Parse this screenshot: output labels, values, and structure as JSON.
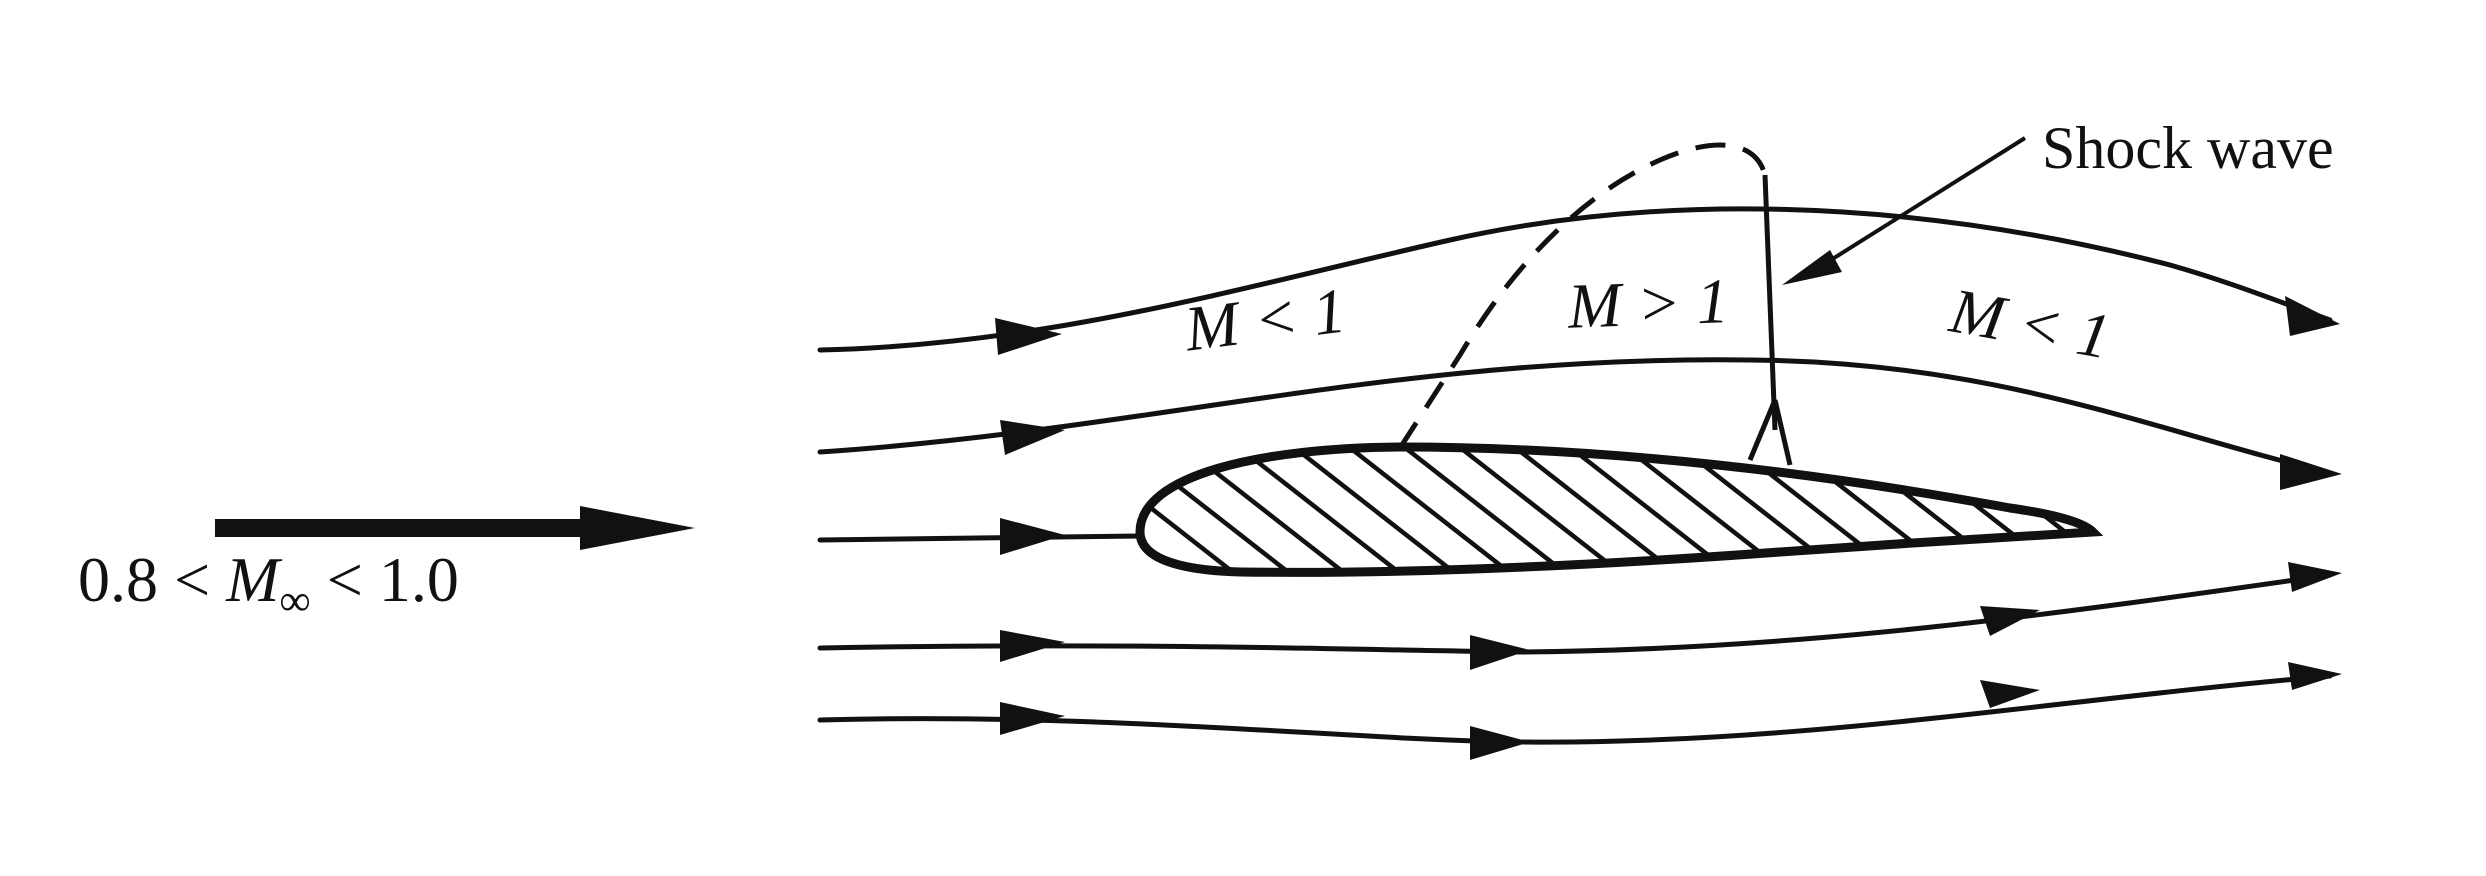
{
  "diagram": {
    "freestream": {
      "lower": "0.8",
      "symbol": "M",
      "subscript": "∞",
      "upper": "1.0",
      "relation": "<"
    },
    "regions": {
      "left": "M < 1",
      "middle": "M > 1",
      "right": "M < 1"
    },
    "shock_label": "Shock wave",
    "colors": {
      "ink": "#111111",
      "background": "#ffffff"
    }
  }
}
